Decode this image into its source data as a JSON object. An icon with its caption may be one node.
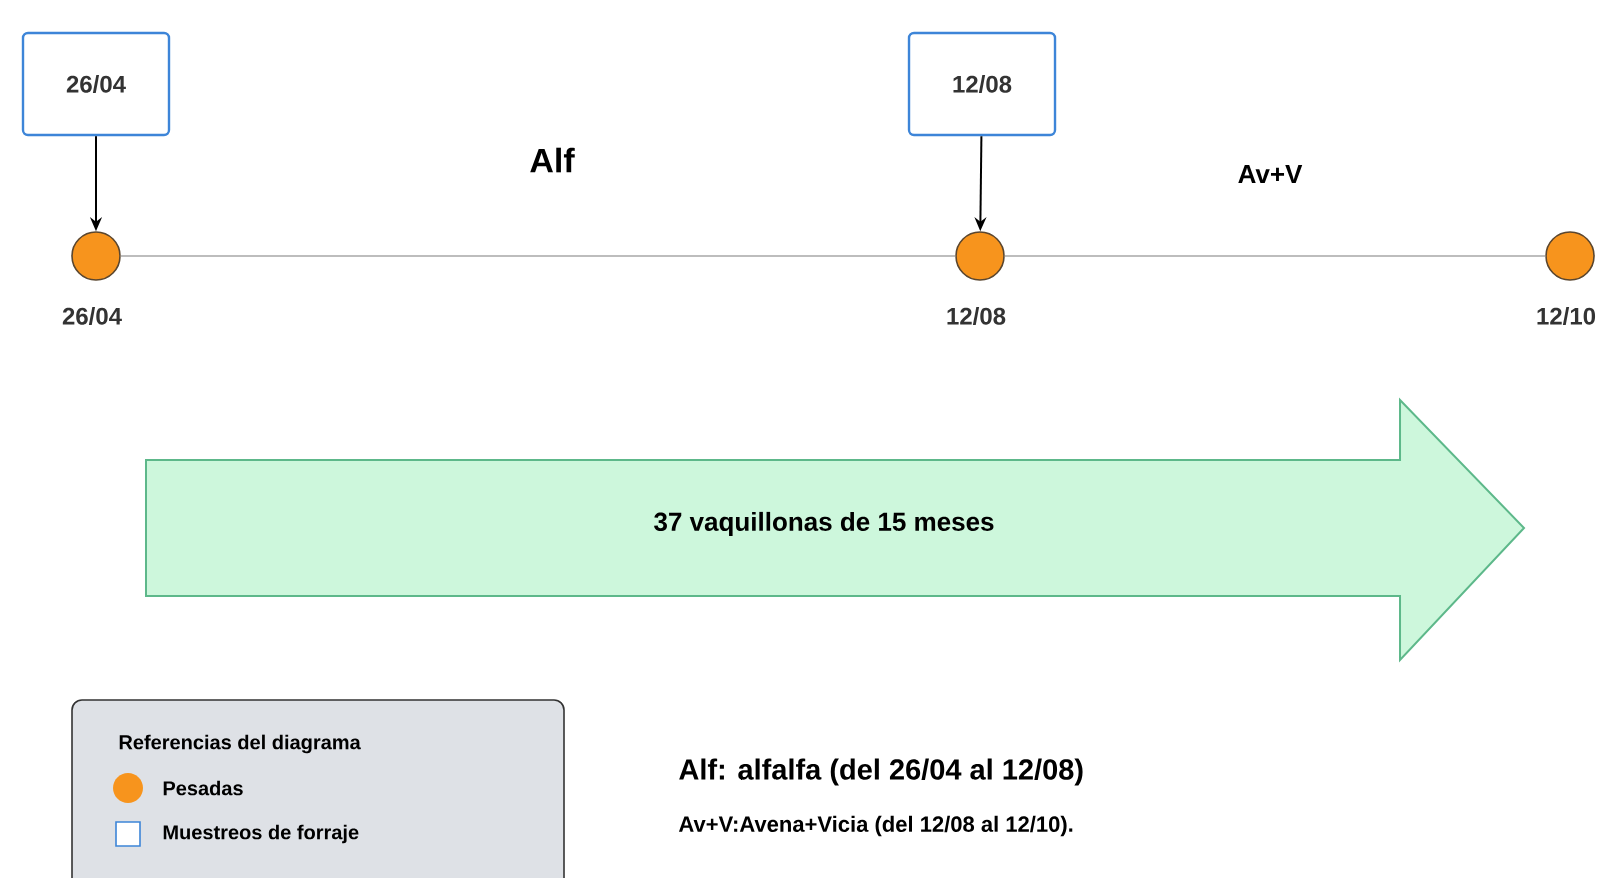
{
  "diagram": {
    "nodes": [
      {
        "text": [
          "26/04"
        ]
      },
      {
        "text": [
          "12/08"
        ]
      },
      {
        "text": [],
        "shape": "circle",
        "beside": [
          "26/04"
        ]
      },
      {
        "text": [],
        "shape": "circle",
        "beside": [
          "12/08"
        ]
      },
      {
        "text": [],
        "shape": "circle",
        "beside": [
          "12/10"
        ]
      },
      {
        "text": [
          "37 vaquillonas de 15 meses"
        ]
      }
    ],
    "edges": [
      {
        "from": 0,
        "to": 2,
        "arrow": "to"
      },
      {
        "from": 1,
        "to": 3,
        "arrow": "to"
      },
      {
        "from": 2,
        "to": 3,
        "arrow": "none",
        "color": "#bdbdbd"
      },
      {
        "from": 3,
        "to": 4,
        "arrow": "none",
        "color": "#bdbdbd"
      }
    ],
    "labels": [
      "Alf",
      "Av+V",
      "Referencias del diagrama",
      "Alf: alfalfa (del 26/04 al 12/08)",
      "Av+V:Avena+Vicia (del 12/08 al 12/10)."
    ],
    "legend": [
      {
        "text": "Pesadas",
        "color": "#f7941d"
      },
      {
        "text": "Muestreos de forraje"
      }
    ]
  }
}
